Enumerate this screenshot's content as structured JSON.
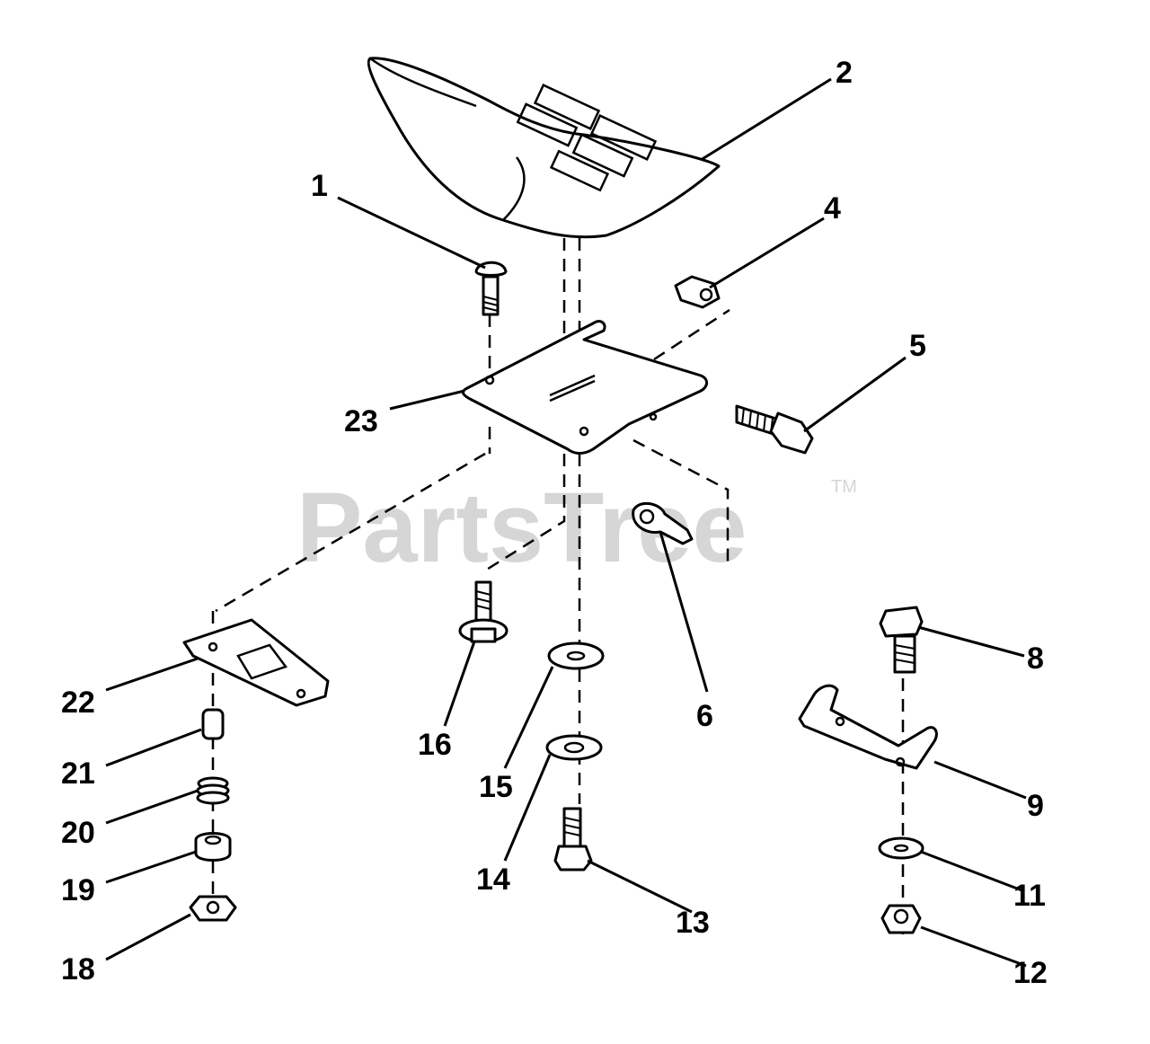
{
  "watermark": {
    "text": "PartsTree",
    "trademark": "TM"
  },
  "callouts": {
    "c1": "1",
    "c2": "2",
    "c4": "4",
    "c5": "5",
    "c6": "6",
    "c8": "8",
    "c9": "9",
    "c11": "11",
    "c12": "12",
    "c13": "13",
    "c14": "14",
    "c15": "15",
    "c16": "16",
    "c18": "18",
    "c19": "19",
    "c20": "20",
    "c21": "21",
    "c22": "22",
    "c23": "23"
  }
}
